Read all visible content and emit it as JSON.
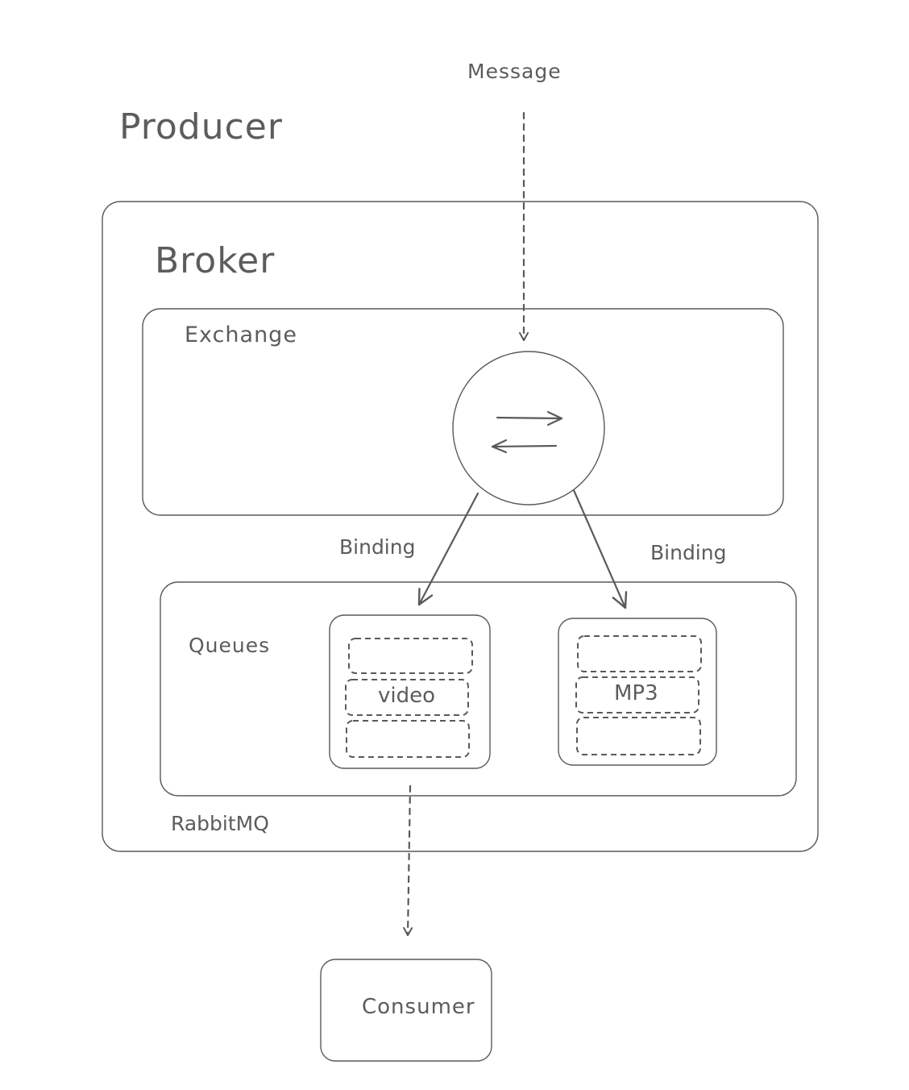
{
  "labels": {
    "producer": "Producer",
    "message": "Message",
    "broker": "Broker",
    "exchange": "Exchange",
    "binding_left": "Binding",
    "binding_right": "Binding",
    "queues": "Queues",
    "queue_video": "video",
    "queue_mp3": "MP3",
    "rabbitmq": "RabbitMQ",
    "consumer": "Consumer"
  },
  "icons": {
    "exchange_symbol": "swap-arrows-icon"
  },
  "colors": {
    "stroke": "#5a5a5a",
    "background": "#ffffff"
  }
}
